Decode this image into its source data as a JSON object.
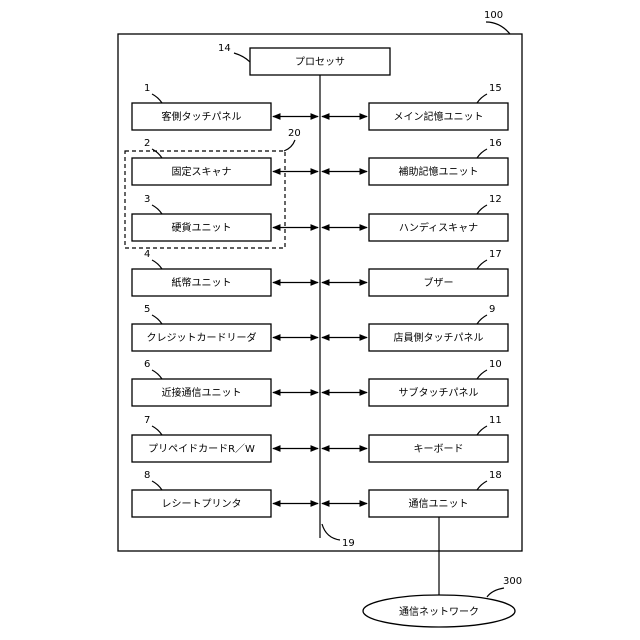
{
  "system": {
    "ref": "100"
  },
  "processor": {
    "ref": "14",
    "label": "プロセッサ"
  },
  "bus": {
    "ref": "19"
  },
  "group": {
    "ref": "20"
  },
  "left_units": [
    {
      "ref": "1",
      "label": "客側タッチパネル"
    },
    {
      "ref": "2",
      "label": "固定スキャナ"
    },
    {
      "ref": "3",
      "label": "硬貨ユニット"
    },
    {
      "ref": "4",
      "label": "紙幣ユニット"
    },
    {
      "ref": "5",
      "label": "クレジットカードリーダ"
    },
    {
      "ref": "6",
      "label": "近接通信ユニット"
    },
    {
      "ref": "7",
      "label": "プリペイドカードR／W"
    },
    {
      "ref": "8",
      "label": "レシートプリンタ"
    }
  ],
  "right_units": [
    {
      "ref": "15",
      "label": "メイン記憶ユニット"
    },
    {
      "ref": "16",
      "label": "補助記憶ユニット"
    },
    {
      "ref": "12",
      "label": "ハンディスキャナ"
    },
    {
      "ref": "17",
      "label": "ブザー"
    },
    {
      "ref": "9",
      "label": "店員側タッチパネル"
    },
    {
      "ref": "10",
      "label": "サブタッチパネル"
    },
    {
      "ref": "11",
      "label": "キーボード"
    },
    {
      "ref": "18",
      "label": "通信ユニット"
    }
  ],
  "network": {
    "ref": "300",
    "label": "通信ネットワーク"
  }
}
